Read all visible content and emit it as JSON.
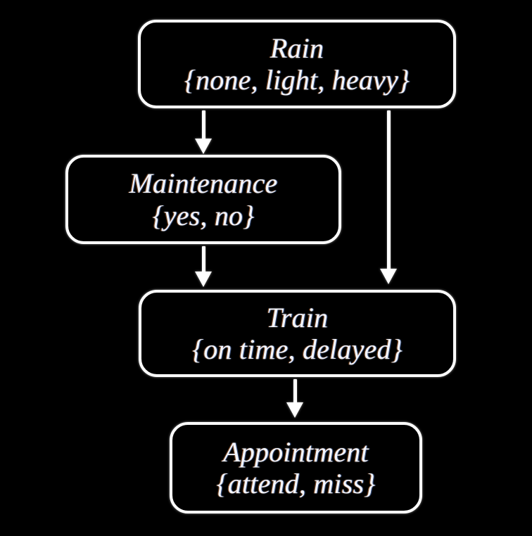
{
  "diagram": {
    "type": "directed-acyclic-graph",
    "background_color": "#000000",
    "node_border_color": "#ffffff",
    "node_fill_color": "#000000",
    "text_color": "#f4f6ff",
    "edge_color": "#ffffff",
    "nodes": [
      {
        "id": "rain",
        "title": "Rain",
        "domain": "{none, light, heavy}",
        "values": [
          "none",
          "light",
          "heavy"
        ]
      },
      {
        "id": "maintenance",
        "title": "Maintenance",
        "domain": "{yes, no}",
        "values": [
          "yes",
          "no"
        ]
      },
      {
        "id": "train",
        "title": "Train",
        "domain": "{on time, delayed}",
        "values": [
          "on time",
          "delayed"
        ]
      },
      {
        "id": "appointment",
        "title": "Appointment",
        "domain": "{attend, miss}",
        "values": [
          "attend",
          "miss"
        ]
      }
    ],
    "edges": [
      {
        "id": "rain-maintenance",
        "from": "Rain",
        "to": "Maintenance"
      },
      {
        "id": "rain-train",
        "from": "Rain",
        "to": "Train"
      },
      {
        "id": "maintenance-train",
        "from": "Maintenance",
        "to": "Train"
      },
      {
        "id": "train-appointment",
        "from": "Train",
        "to": "Appointment"
      }
    ]
  }
}
